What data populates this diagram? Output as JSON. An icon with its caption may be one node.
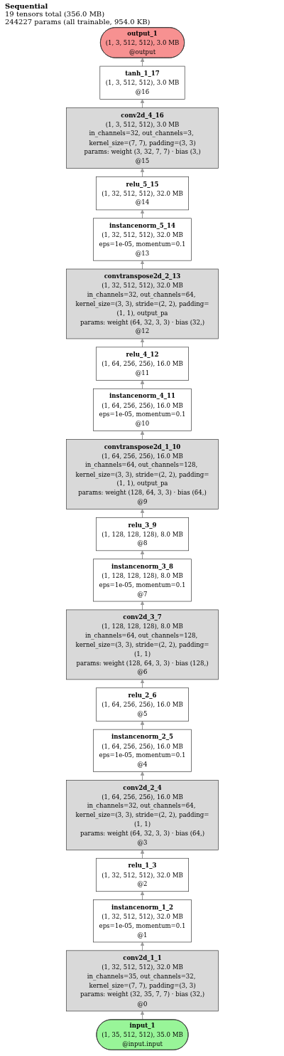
{
  "diagram": {
    "title": "Sequential",
    "labels": [
      "19 tensors total (356.0 MB)",
      "244227 params (all trainable, 954.0 KB)"
    ],
    "nodes": [
      {
        "text": [
          "output_1",
          "(1, 3, 512, 512), 3.0 MB",
          "@output"
        ]
      },
      {
        "text": [
          "tanh_1_17",
          "(1, 3, 512, 512), 3.0 MB",
          "@16"
        ]
      },
      {
        "text": [
          "conv2d_4_16",
          "(1, 3, 512, 512), 3.0 MB",
          "in_channels=32, out_channels=3, kernel_size=(7, 7), padding=(3, 3)",
          "params: weight (3, 32, 7, 7) · bias (3,)",
          "@15"
        ]
      },
      {
        "text": [
          "relu_5_15",
          "(1, 32, 512, 512), 32.0 MB",
          "@14"
        ]
      },
      {
        "text": [
          "instancenorm_5_14",
          "(1, 32, 512, 512), 32.0 MB",
          "eps=1e-05, momentum=0.1",
          "@13"
        ]
      },
      {
        "text": [
          "convtranspose2d_2_13",
          "(1, 32, 512, 512), 32.0 MB",
          "in_channels=32, out_channels=64, kernel_size=(3, 3), stride=(2, 2), padding=(1, 1), output_pa",
          "params: weight (64, 32, 3, 3) · bias (32,)",
          "@12"
        ]
      },
      {
        "text": [
          "relu_4_12",
          "(1, 64, 256, 256), 16.0 MB",
          "@11"
        ]
      },
      {
        "text": [
          "instancenorm_4_11",
          "(1, 64, 256, 256), 16.0 MB",
          "eps=1e-05, momentum=0.1",
          "@10"
        ]
      },
      {
        "text": [
          "convtranspose2d_1_10",
          "(1, 64, 256, 256), 16.0 MB",
          "in_channels=64, out_channels=128, kernel_size=(3, 3), stride=(2, 2), padding=(1, 1), output_pa",
          "params: weight (128, 64, 3, 3) · bias (64,)",
          "@9"
        ]
      },
      {
        "text": [
          "relu_3_9",
          "(1, 128, 128, 128), 8.0 MB",
          "@8"
        ]
      },
      {
        "text": [
          "instancenorm_3_8",
          "(1, 128, 128, 128), 8.0 MB",
          "eps=1e-05, momentum=0.1",
          "@7"
        ]
      },
      {
        "text": [
          "conv2d_3_7",
          "(1, 128, 128, 128), 8.0 MB",
          "in_channels=64, out_channels=128, kernel_size=(3, 3), stride=(2, 2), padding=(1, 1)",
          "params: weight (128, 64, 3, 3) · bias (128,)",
          "@6"
        ]
      },
      {
        "text": [
          "relu_2_6",
          "(1, 64, 256, 256), 16.0 MB",
          "@5"
        ]
      },
      {
        "text": [
          "instancenorm_2_5",
          "(1, 64, 256, 256), 16.0 MB",
          "eps=1e-05, momentum=0.1",
          "@4"
        ]
      },
      {
        "text": [
          "conv2d_2_4",
          "(1, 64, 256, 256), 16.0 MB",
          "in_channels=32, out_channels=64, kernel_size=(3, 3), stride=(2, 2), padding=(1, 1)",
          "params: weight (64, 32, 3, 3) · bias (64,)",
          "@3"
        ]
      },
      {
        "text": [
          "relu_1_3",
          "(1, 32, 512, 512), 32.0 MB",
          "@2"
        ]
      },
      {
        "text": [
          "instancenorm_1_2",
          "(1, 32, 512, 512), 32.0 MB",
          "eps=1e-05, momentum=0.1",
          "@1"
        ]
      },
      {
        "text": [
          "conv2d_1_1",
          "(1, 32, 512, 512), 32.0 MB",
          "in_channels=35, out_channels=32, kernel_size=(7, 7), padding=(3, 3)",
          "params: weight (32, 35, 7, 7) · bias (32,)",
          "@0"
        ]
      },
      {
        "text": [
          "input_1",
          "(1, 35, 512, 512), 35.0 MB",
          "@input.input"
        ]
      }
    ],
    "edges": [
      {
        "from": 18,
        "to": 17,
        "arrow": "to"
      },
      {
        "from": 17,
        "to": 16,
        "arrow": "to"
      },
      {
        "from": 16,
        "to": 15,
        "arrow": "to"
      },
      {
        "from": 15,
        "to": 14,
        "arrow": "to"
      },
      {
        "from": 14,
        "to": 13,
        "arrow": "to"
      },
      {
        "from": 13,
        "to": 12,
        "arrow": "to"
      },
      {
        "from": 12,
        "to": 11,
        "arrow": "to"
      },
      {
        "from": 11,
        "to": 10,
        "arrow": "to"
      },
      {
        "from": 10,
        "to": 9,
        "arrow": "to"
      },
      {
        "from": 9,
        "to": 8,
        "arrow": "to"
      },
      {
        "from": 8,
        "to": 7,
        "arrow": "to"
      },
      {
        "from": 7,
        "to": 6,
        "arrow": "to"
      },
      {
        "from": 6,
        "to": 5,
        "arrow": "to"
      },
      {
        "from": 5,
        "to": 4,
        "arrow": "to"
      },
      {
        "from": 4,
        "to": 3,
        "arrow": "to"
      },
      {
        "from": 3,
        "to": 2,
        "arrow": "to"
      },
      {
        "from": 2,
        "to": 1,
        "arrow": "to"
      },
      {
        "from": 1,
        "to": 0,
        "arrow": "to"
      }
    ]
  }
}
